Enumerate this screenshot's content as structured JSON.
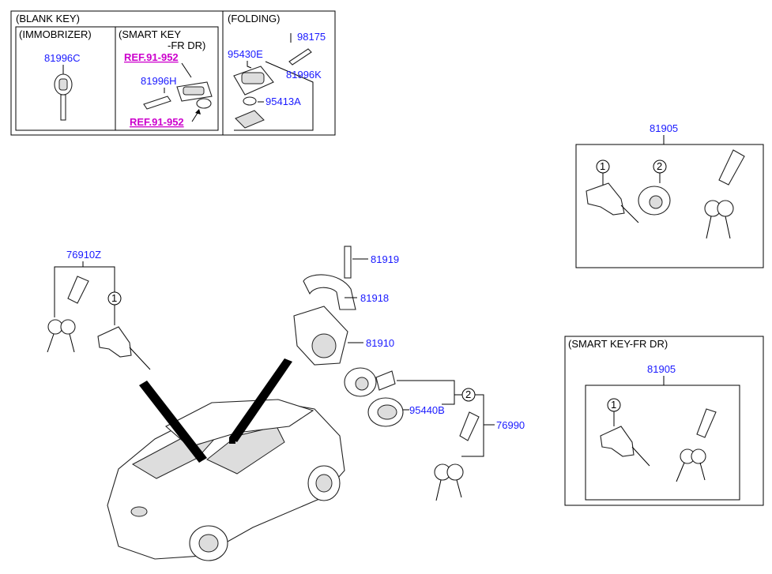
{
  "inset_top": {
    "blank_key_title": "(BLANK KEY)",
    "immobilizer_title": "(IMMOBRIZER)",
    "smart_key_title_1": "(SMART KEY",
    "smart_key_title_2": "-FR DR)",
    "folding_title": "(FOLDING)",
    "part_81996C": "81996C",
    "part_81996H": "81996H",
    "ref_1": "REF.91-952",
    "ref_2": "REF.91-952",
    "part_95430E": "95430E",
    "part_98175": "98175",
    "part_81996K": "81996K",
    "part_95413A": "95413A"
  },
  "right_box_1": {
    "part_81905": "81905",
    "callout_1": "1",
    "callout_2": "2"
  },
  "right_box_2": {
    "title": "(SMART KEY-FR DR)",
    "part_81905": "81905",
    "callout_1": "1"
  },
  "main": {
    "part_76910Z": "76910Z",
    "callout_1": "1",
    "part_81919": "81919",
    "part_81918": "81918",
    "part_81910": "81910",
    "part_95440B": "95440B",
    "callout_2": "2",
    "part_76990": "76990"
  },
  "colors": {
    "part_number": "#1a1aff",
    "reference": "#cc00cc",
    "line": "#000000"
  }
}
